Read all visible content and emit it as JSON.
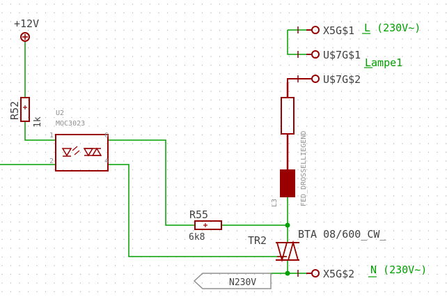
{
  "colors": {
    "wire": "#00a000",
    "part": "#990000",
    "text": "#404040",
    "net": "#00a000",
    "grid": "#b8b8b8",
    "dim": "#909090"
  },
  "supply": {
    "label": "+12V"
  },
  "r52": {
    "name": "R52",
    "value": "1k"
  },
  "u2": {
    "name": "U2",
    "value": "MOC3023",
    "pin1": "1",
    "pin2": "2",
    "pin4": "4",
    "pin6": "6"
  },
  "r55": {
    "name": "R55",
    "value": "6k8"
  },
  "tr2": {
    "name": "TR2",
    "value": "BTA 08/600_CW_"
  },
  "choke": {
    "name": "FED_DROSSELLIEGEND",
    "ref": "L3"
  },
  "connectors": {
    "x5g1": "X5G$1",
    "u7g1": "U$7G$1",
    "u7g2": "U$7G$2",
    "x5g2": "X5G$2"
  },
  "nets": {
    "l": "L (230V~)",
    "lampe": "Lampe1",
    "n": "N (230V~)",
    "n_port": "N230V"
  },
  "icons": [
    "supply-symbol-icon",
    "resistor-icon",
    "optocoupler-icon",
    "triac-icon",
    "inductor-icon",
    "connector-pin-icon",
    "net-port-icon"
  ]
}
